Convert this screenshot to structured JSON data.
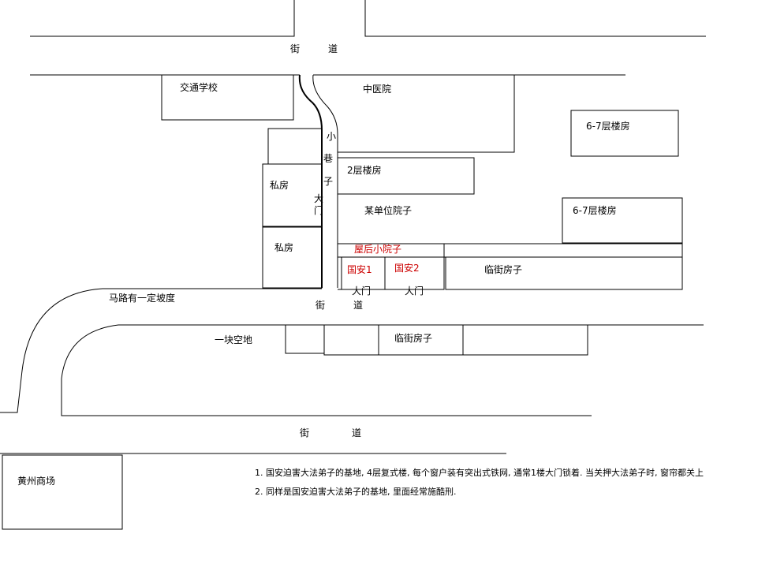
{
  "streets": {
    "top": [
      "街",
      "道"
    ],
    "middle": [
      "街",
      "道"
    ],
    "bottom": [
      "街",
      "道"
    ]
  },
  "buildings": {
    "traffic_school": "交通学校",
    "tcm_hospital": "中医院",
    "highrise_1": "6-7层楼房",
    "highrise_2": "6-7层楼房",
    "private_house_1": "私房",
    "private_house_2": "私房",
    "two_story": "2层楼房",
    "unit_courtyard": "某单位院子",
    "back_courtyard": "屋后小院子",
    "guoan_1": "国安1",
    "guoan_2": "国安2",
    "street_house_1": "临街房子",
    "street_house_2": "临街房子",
    "empty_lot": "一块空地",
    "mall": "黄州商场"
  },
  "alley": [
    "小",
    "巷",
    "子"
  ],
  "alley_gate": [
    "大",
    "门"
  ],
  "gate_1": "大门",
  "gate_2": "大门",
  "slope_note": "马路有一定坡度",
  "colors": {
    "highlight": "#cc0000"
  },
  "notes": [
    "1. 国安迫害大法弟子的基地, 4层复式楼, 每个窗户装有突出式铁网, 通常1楼大门锁着. 当关押大法弟子时, 窗帘都关上",
    "2. 同样是国安迫害大法弟子的基地, 里面经常施酷刑."
  ]
}
